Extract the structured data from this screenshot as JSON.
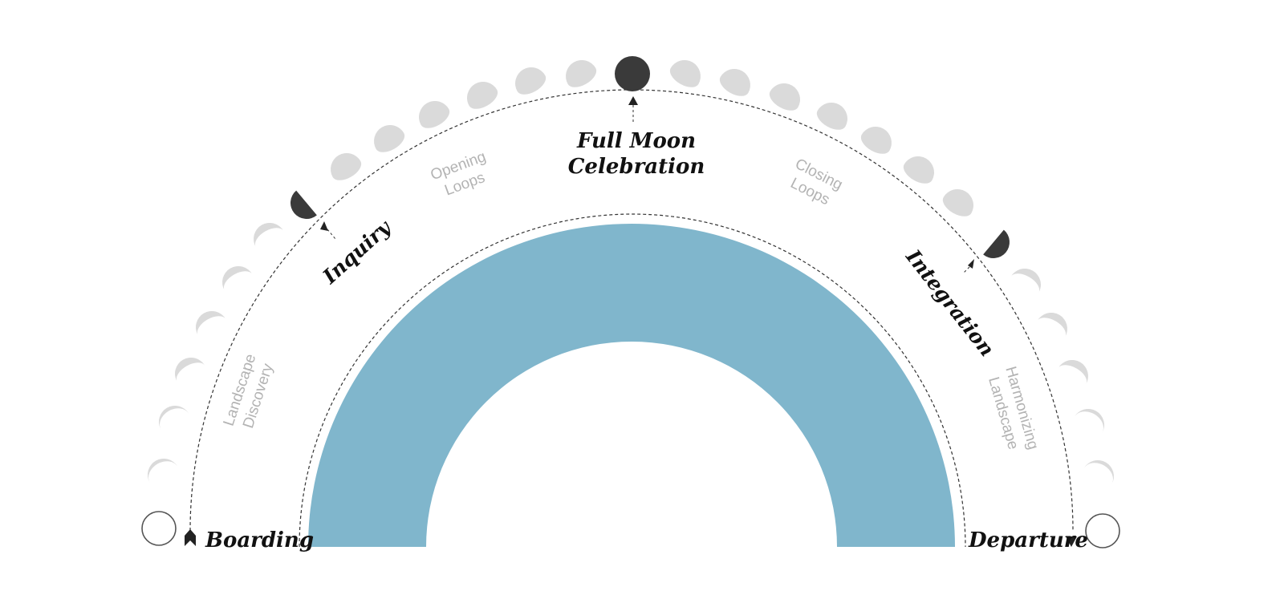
{
  "diagram": {
    "stages": {
      "boarding": "Boarding",
      "inquiry": "Inquiry",
      "full_moon_line1": "Full Moon",
      "full_moon_line2": "Celebration",
      "integration": "Integration",
      "departure": "Departure"
    },
    "phases": {
      "landscape_discovery_line1": "Landscape",
      "landscape_discovery_line2": "Discovery",
      "opening_loops_line1": "Opening",
      "opening_loops_line2": "Loops",
      "closing_loops_line1": "Closing",
      "closing_loops_line2": "Loops",
      "harmonizing_landscape_line1": "Harmonizing",
      "harmonizing_landscape_line2": "Landscape"
    },
    "colors": {
      "band": "#80b6cc",
      "moon_light": "#dadada",
      "moon_dark": "#3a3a3a",
      "moon_outline": "#555555",
      "label": "#111111",
      "sublabel": "#b3b3b3"
    }
  }
}
